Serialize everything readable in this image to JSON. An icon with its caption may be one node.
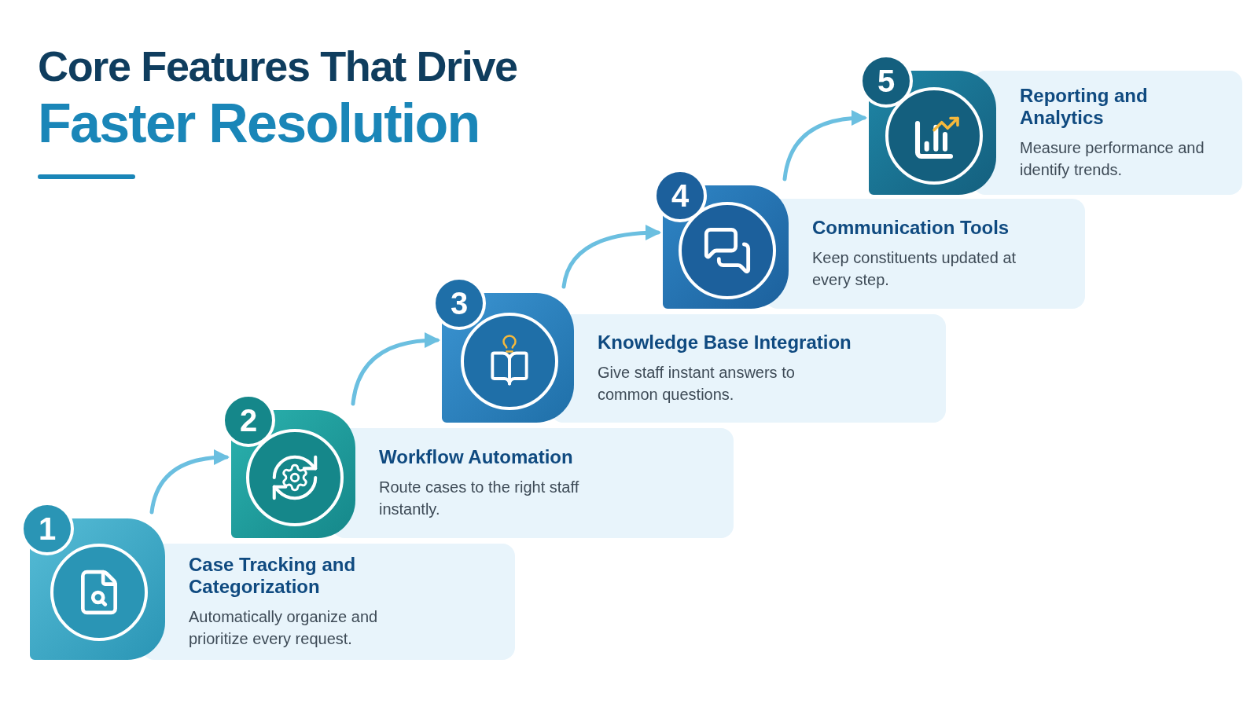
{
  "diagram": {
    "title": "Core Features That Drive",
    "nodes": [
      {
        "text": [
          "1",
          "Case Tracking and Categorization",
          "Automatically organize and prioritize every request."
        ]
      },
      {
        "text": [
          "2",
          "Workflow Automation",
          "Route cases to the right staff instantly."
        ]
      },
      {
        "text": [
          "3",
          "Knowledge Base Integration",
          "Give staff instant answers to common questions."
        ]
      },
      {
        "text": [
          "4",
          "Communication Tools",
          "Keep constituents updated at every step."
        ]
      },
      {
        "text": [
          "5",
          "Reporting and Analytics",
          "Measure performance and identify trends."
        ]
      }
    ],
    "edges": [
      {
        "from": 0,
        "to": 1,
        "arrow": "to"
      },
      {
        "from": 1,
        "to": 2,
        "arrow": "to"
      },
      {
        "from": 2,
        "to": 3,
        "arrow": "to"
      },
      {
        "from": 3,
        "to": 4,
        "arrow": "to"
      }
    ],
    "labels": [
      "Faster Resolution"
    ]
  }
}
